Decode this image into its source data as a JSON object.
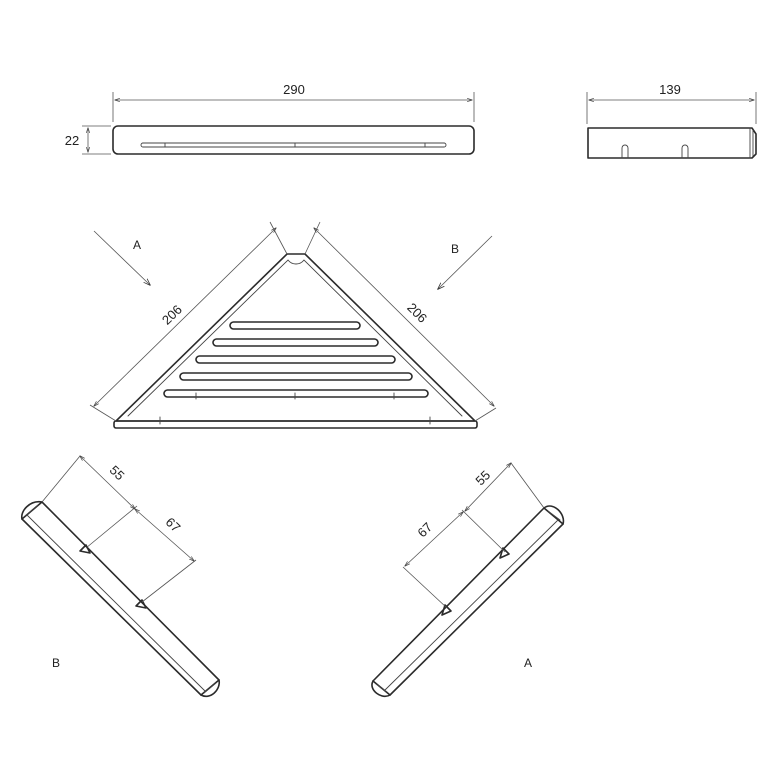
{
  "dimensions": {
    "front_width": "290",
    "front_height": "22",
    "side_depth": "139",
    "plan_side_left": "206",
    "plan_side_right": "206",
    "bracket_b_offset": "55",
    "bracket_b_spacing": "67",
    "bracket_a_offset": "55",
    "bracket_a_spacing": "67"
  },
  "views": {
    "arrow_a": "A",
    "arrow_b": "B",
    "view_b_label": "B",
    "view_a_label": "A"
  }
}
